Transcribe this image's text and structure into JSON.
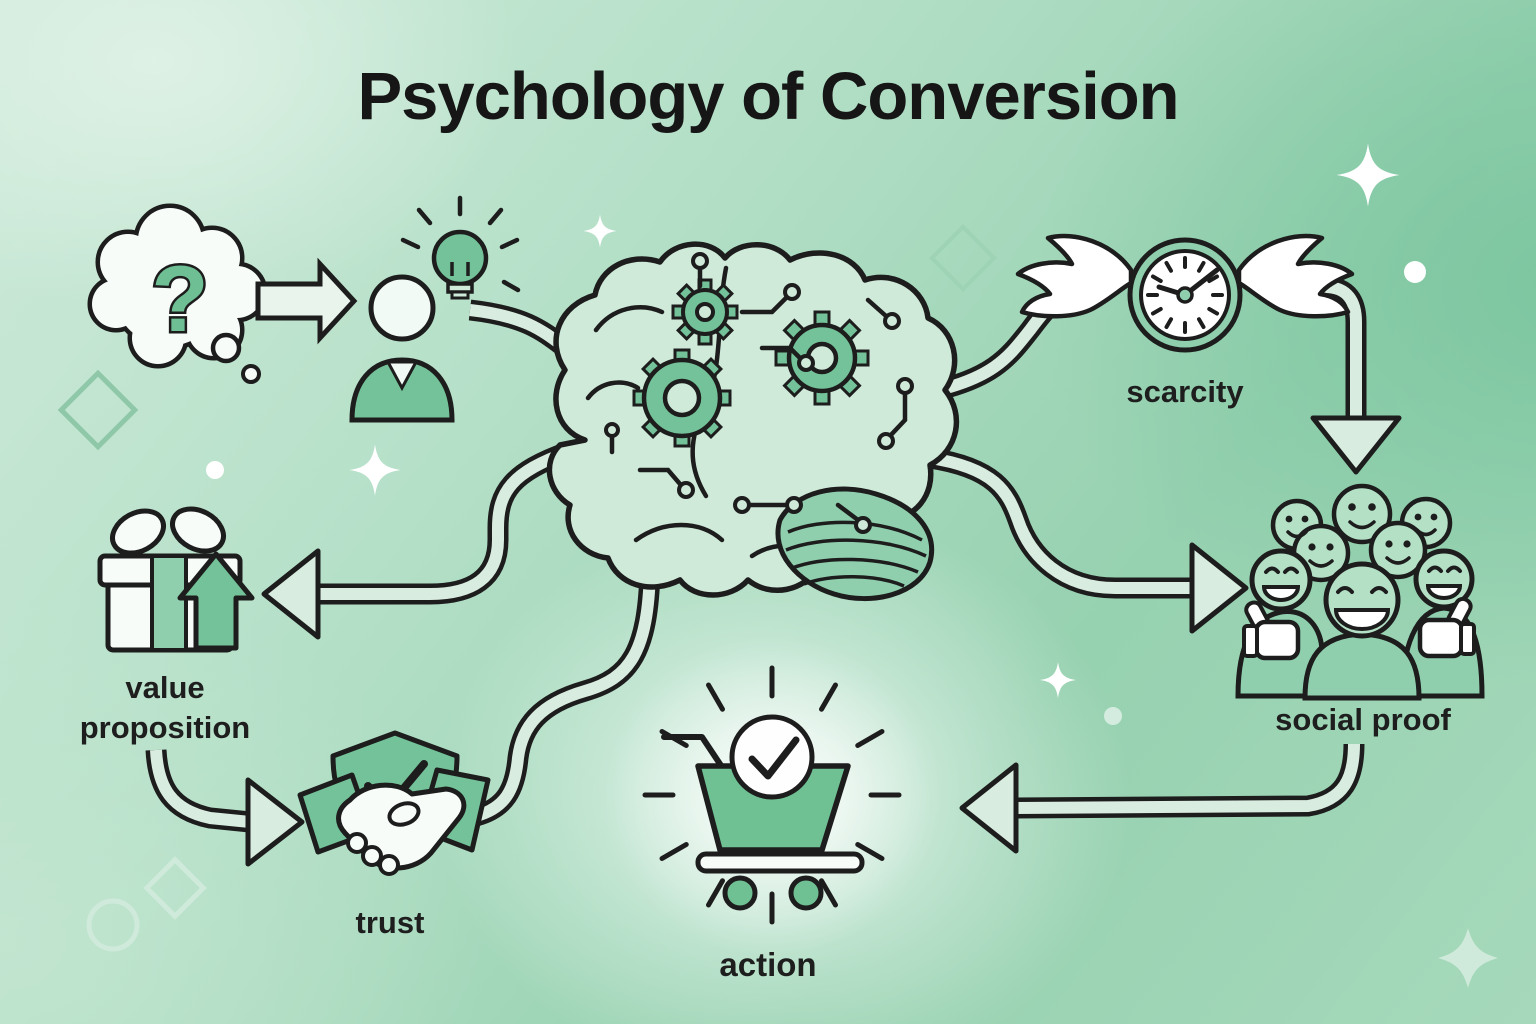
{
  "title": "Psychology of Conversion",
  "diagram": {
    "nodes": [
      {
        "id": "curiosity",
        "icon": "thought-bubble-question-icon",
        "label": "",
        "glyph": "?"
      },
      {
        "id": "prospect",
        "icon": "person-idea-lightbulb-icon",
        "label": ""
      },
      {
        "id": "mind",
        "icon": "brain-gears-circuit-icon",
        "label": ""
      },
      {
        "id": "scarcity",
        "icon": "winged-clock-icon",
        "label": "scarcity"
      },
      {
        "id": "social-proof",
        "icon": "smiling-crowd-thumbs-up-icon",
        "label": "social proof"
      },
      {
        "id": "value-proposition",
        "icon": "gift-box-up-arrow-icon",
        "label": "value proposition"
      },
      {
        "id": "trust",
        "icon": "handshake-shield-check-icon",
        "label": "trust"
      },
      {
        "id": "action",
        "icon": "shopping-cart-check-icon",
        "label": "action"
      }
    ],
    "connectors": [
      {
        "from": "curiosity",
        "to": "prospect",
        "style": "outlined-block-arrow"
      },
      {
        "from": "prospect",
        "to": "mind",
        "style": "pipe"
      },
      {
        "from": "mind",
        "to": "value-proposition",
        "style": "pipe-arrow-left"
      },
      {
        "from": "mind",
        "to": "trust",
        "style": "pipe"
      },
      {
        "from": "mind",
        "to": "scarcity",
        "style": "pipe"
      },
      {
        "from": "mind",
        "to": "social-proof",
        "style": "pipe-arrow-right"
      },
      {
        "from": "scarcity",
        "to": "social-proof",
        "style": "pipe-arrow-down"
      },
      {
        "from": "social-proof",
        "to": "action",
        "style": "pipe-arrow-left"
      },
      {
        "from": "value-proposition",
        "to": "trust",
        "style": "pipe-arrow-right"
      }
    ]
  },
  "colors": {
    "background": "#a9dabe",
    "accent_green": "#74c299",
    "ring_green": "#8fcfae",
    "pale_pipe": "#d9ece0",
    "paper_white": "#f7fcf9",
    "outline_ink": "#1d1d1d",
    "label_color": "#1e1e1e"
  }
}
